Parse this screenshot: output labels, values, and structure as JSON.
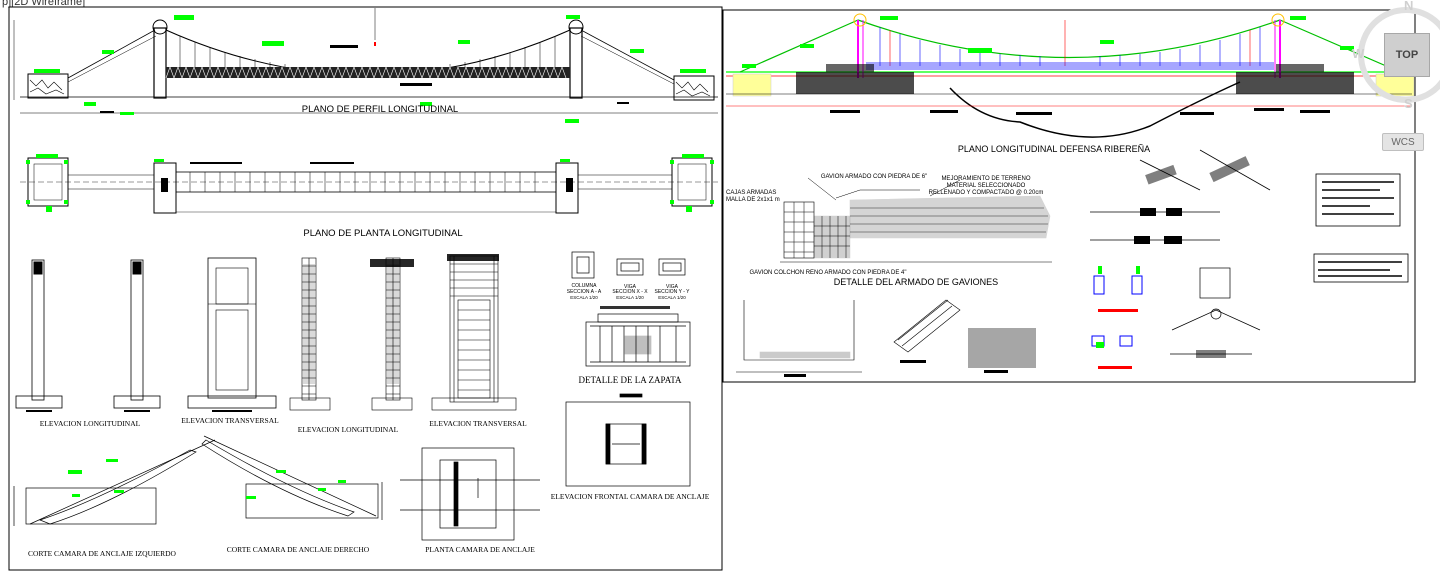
{
  "viewport": {
    "label": "p][2D Wireframe]"
  },
  "viewcube": {
    "top_label": "TOP",
    "north": "N",
    "south": "S",
    "west": "W",
    "wcs_label": "WCS"
  },
  "sheet1": {
    "titles": {
      "perfil": "PLANO DE PERFIL LONGITUDINAL",
      "planta": "PLANO DE PLANTA LONGITUDINAL",
      "elev_long_1": "ELEVACION LONGITUDINAL",
      "elev_trans_1": "ELEVACION TRANSVERSAL",
      "elev_long_2": "ELEVACION LONGITUDINAL",
      "elev_trans_2": "ELEVACION TRANSVERSAL",
      "zapata": "DETALLE DE LA ZAPATA",
      "camara_izq": "CORTE CAMARA DE ANCLAJE IZQUIERDO",
      "camara_der": "CORTE CAMARA DE ANCLAJE DERECHO",
      "planta_camara": "PLANTA CAMARA DE ANCLAJE",
      "elev_frontal": "ELEVACION FRONTAL CAMARA DE ANCLAJE"
    },
    "sections": {
      "columna": "COLUMNA",
      "viga1": "VIGA",
      "viga2": "VIGA",
      "sec_a": "SECCION A - A",
      "sec_x": "SECCION X - X",
      "sec_y": "SECCION Y - Y",
      "escala1": "ESCALA 1/20",
      "escala2": "ESCALA 1/20",
      "escala3": "ESCALA 1/20"
    }
  },
  "sheet2": {
    "titles": {
      "defensa": "PLANO LONGITUDINAL DEFENSA RIBEREÑA",
      "gaviones": "DETALLE DEL ARMADO DE GAVIONES"
    },
    "notes": {
      "gavion_armado": "GAVION ARMADO CON PIEDRA DE 6\"",
      "cajas_1": "CAJAS ARMADAS",
      "cajas_2": "MALLA DE 2x1x1 m",
      "mejora_1": "MEJORAMIENTO DE TERRENO",
      "mejora_2": "MATERIAL SELECCIONADO",
      "mejora_3": "RELLENADO Y COMPACTADO @ 0.20cm",
      "colchon": "GAVION COLCHON RENO ARMADO CON PIEDRA DE 4\""
    }
  },
  "colors": {
    "green": "#00ff00",
    "red": "#ff0000",
    "blue": "#0000ff",
    "magenta": "#ff00ff"
  }
}
